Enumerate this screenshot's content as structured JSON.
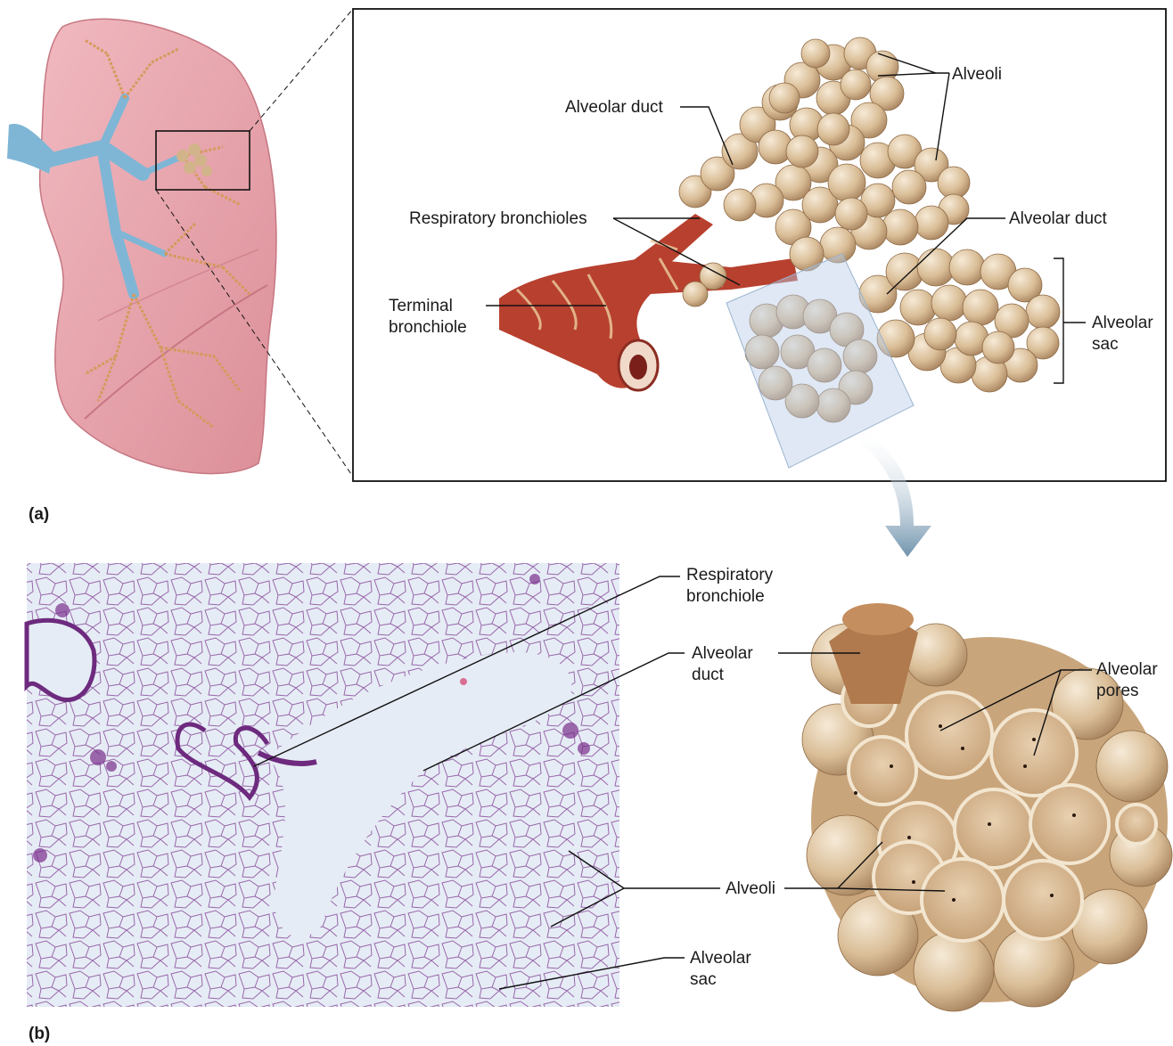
{
  "panel_a": {
    "letter": "(a)",
    "labels": {
      "alveoli": "Alveoli",
      "alveolar_duct_top": "Alveolar duct",
      "respiratory_bronchioles": "Respiratory bronchioles",
      "alveolar_duct_right": "Alveolar duct",
      "terminal_bronchiole_1": "Terminal",
      "terminal_bronchiole_2": "bronchiole",
      "alveolar_sac_1": "Alveolar",
      "alveolar_sac_2": "sac"
    }
  },
  "panel_b": {
    "letter": "(b)",
    "labels": {
      "respiratory_bronchiole_1": "Respiratory",
      "respiratory_bronchiole_2": "bronchiole",
      "alveolar_duct_1": "Alveolar",
      "alveolar_duct_2": "duct",
      "alveolar_pores_1": "Alveolar",
      "alveolar_pores_2": "pores",
      "alveoli": "Alveoli",
      "alveolar_sac_1": "Alveolar",
      "alveolar_sac_2": "sac"
    }
  },
  "colors": {
    "lung": "#e9a7ad",
    "bronchus": "#7fb6d6",
    "alveolus": "#dcc3a0",
    "muscle": "#b8402f",
    "histology_bg": "#e6ecf5",
    "histology_tissue": "#8a4f9e",
    "arrow": "#6f93ad"
  }
}
